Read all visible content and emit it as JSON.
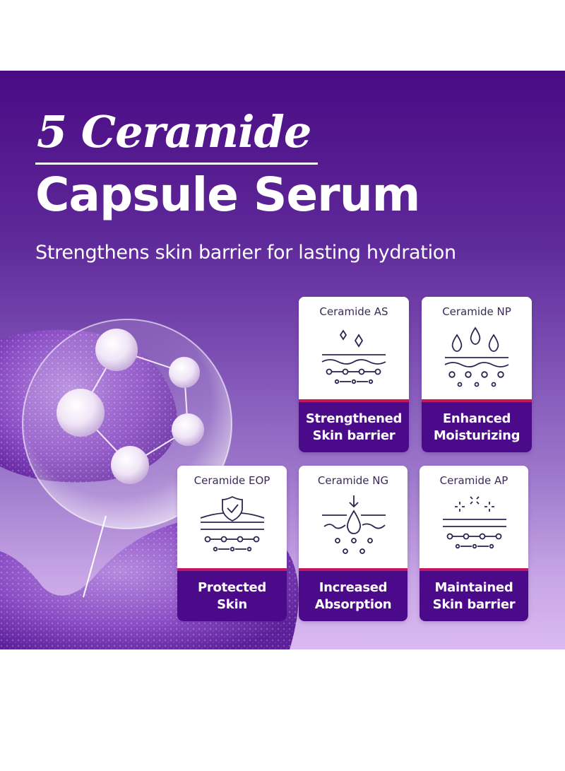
{
  "header": {
    "title_line1": "5 Ceramide",
    "title_line2": "Capsule Serum",
    "subtitle": "Strengthens skin barrier for lasting hydration"
  },
  "colors": {
    "banner_top": "#4a0a84",
    "banner_bottom": "#dbb9f0",
    "card_bottom": "#4a0a8a",
    "card_separator": "#c4155e",
    "card_label_text": "#3a2a5a"
  },
  "cards": [
    {
      "ingredient": "Ceramide AS",
      "benefit_line1": "Strengthened",
      "benefit_line2": "Skin barrier",
      "icon": "sparkle-skin-layer-icon"
    },
    {
      "ingredient": "Ceramide NP",
      "benefit_line1": "Enhanced",
      "benefit_line2": "Moisturizing",
      "icon": "water-drops-skin-icon"
    },
    {
      "ingredient": "Ceramide EOP",
      "benefit_line1": "Protected",
      "benefit_line2": "Skin",
      "icon": "shield-check-skin-icon"
    },
    {
      "ingredient": "Ceramide NG",
      "benefit_line1": "Increased",
      "benefit_line2": "Absorption",
      "icon": "drop-absorption-icon"
    },
    {
      "ingredient": "Ceramide AP",
      "benefit_line1": "Maintained",
      "benefit_line2": "Skin barrier",
      "icon": "sparkle-barrier-icon"
    }
  ]
}
